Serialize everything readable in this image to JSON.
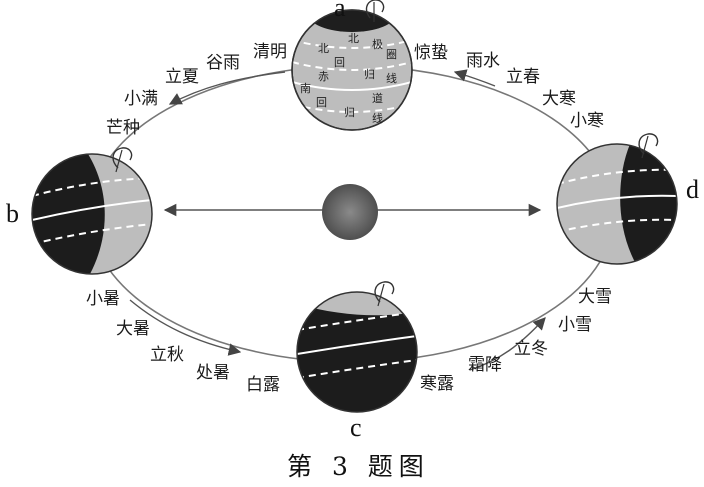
{
  "positions": {
    "a": "a",
    "b": "b",
    "c": "c",
    "d": "d"
  },
  "caption": "第 3 题图",
  "latitude_labels": {
    "arctic_1": "北",
    "arctic_2": "极",
    "arctic_3": "圈",
    "cancer_1": "北",
    "cancer_2": "回",
    "cancer_3": "归",
    "cancer_4": "线",
    "equator_1": "赤",
    "equator_2": "道",
    "capricorn_1": "南",
    "capricorn_2": "回",
    "capricorn_3": "归",
    "capricorn_4": "线"
  },
  "solar_terms": {
    "qingming": "清明",
    "guyu": "谷雨",
    "lixia": "立夏",
    "xiaoman": "小满",
    "mangzhong": "芒种",
    "xiaoshu": "小暑",
    "dashu": "大暑",
    "liqiu": "立秋",
    "chushu": "处暑",
    "bailu": "白露",
    "hanlu": "寒露",
    "shuangjiang": "霜降",
    "lidong": "立冬",
    "xiaoxue": "小雪",
    "daxue": "大雪",
    "xiaohan": "小寒",
    "dahan": "大寒",
    "lichun": "立春",
    "yushui": "雨水",
    "jingzhe": "惊蛰"
  },
  "colors": {
    "night": "#1c1c1c",
    "day": "#b9b9b9",
    "sun": "#6a6a6a",
    "orbit": "#777777"
  }
}
